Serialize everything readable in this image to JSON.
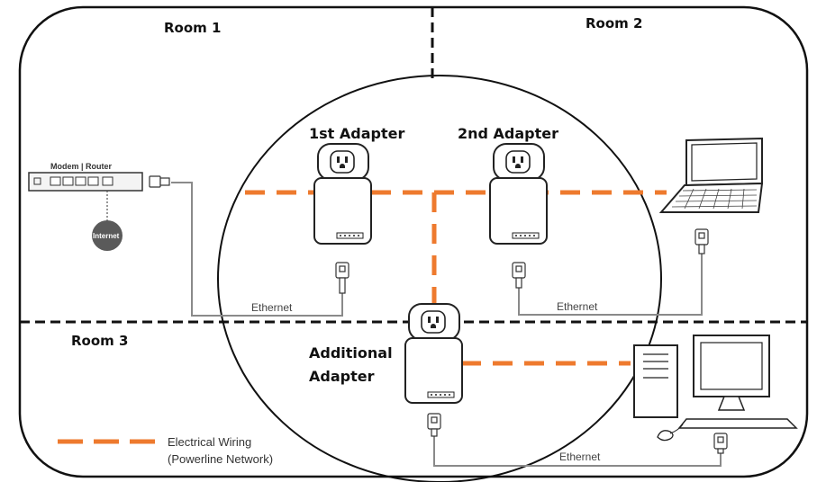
{
  "rooms": {
    "room1": "Room 1",
    "room2": "Room 2",
    "room3": "Room 3"
  },
  "adapters": {
    "first": "1st Adapter",
    "second": "2nd Adapter",
    "additional_line1": "Additional",
    "additional_line2": "Adapter"
  },
  "router": {
    "label": "Modem | Router",
    "internet": "Internet"
  },
  "ethernet": {
    "left": "Ethernet",
    "right": "Ethernet",
    "bottom": "Ethernet"
  },
  "legend": {
    "line1": "Electrical Wiring",
    "line2": "(Powerline Network)"
  },
  "colors": {
    "wiring": "#ee7a2e",
    "ethernet_cable": "#8a8a8a",
    "outline": "#111111"
  }
}
